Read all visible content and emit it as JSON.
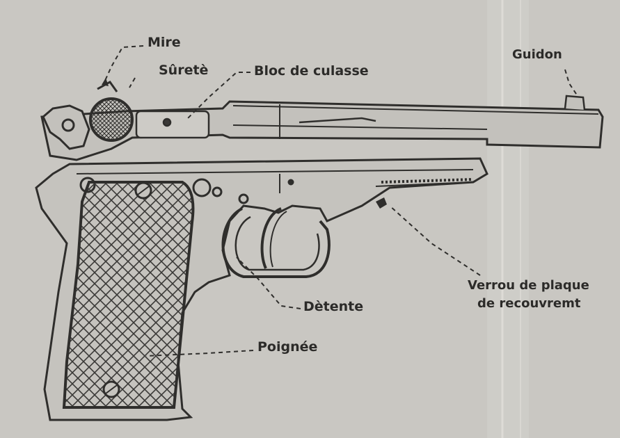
{
  "labels": {
    "mire": "Mire",
    "surete": "Sûretè",
    "bloc_de_culasse": "Bloc de culasse",
    "guidon": "Guidon",
    "verrou_line1": "Verrou de plaque",
    "verrou_line2": "de recouvremt",
    "detente": "Dètente",
    "poignee": "Poignée"
  },
  "colors": {
    "paper": "#c9c7c2",
    "ink": "#2c2b29"
  }
}
